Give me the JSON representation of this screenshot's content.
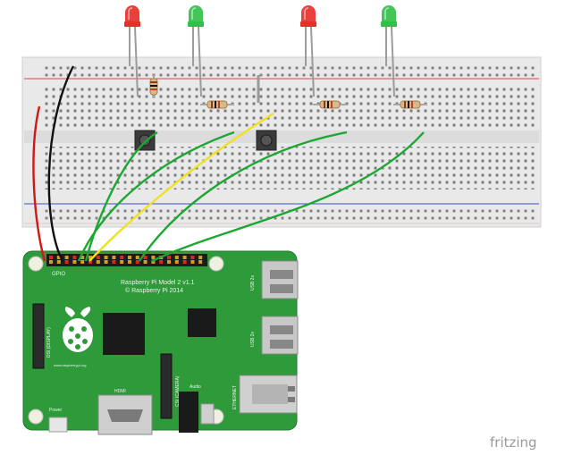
{
  "board": {
    "model_label": "Raspberry Pi Model 2 v1.1",
    "copyright_label": "© Raspberry Pi 2014",
    "gpio_label": "GPIO",
    "usb_label_1": "USB 2x",
    "usb_label_2": "USB 2x",
    "ethernet_label": "ETHERNET",
    "hdmi_label": "HDMI",
    "audio_label": "Audio",
    "power_label": "Power",
    "display_label": "DSI (DISPLAY)",
    "camera_label": "CSI (CAMERA)",
    "url_label": "www.raspberrypi.org"
  },
  "leds": [
    {
      "color": "red",
      "hex": "#e8302a"
    },
    {
      "color": "green",
      "hex": "#33c04a"
    },
    {
      "color": "red",
      "hex": "#e8302a"
    },
    {
      "color": "green",
      "hex": "#33c04a"
    }
  ],
  "wire_colors": {
    "power": "#d01818",
    "ground": "#111111",
    "signal": "#1aa830",
    "button": "#f0e020"
  },
  "brand": {
    "watermark": "fritzing"
  }
}
